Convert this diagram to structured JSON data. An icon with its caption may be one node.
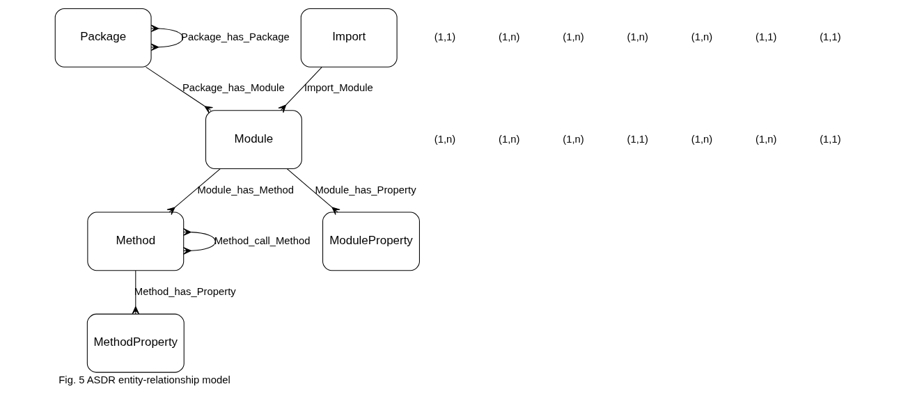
{
  "diagram": {
    "caption": "Fig. 5 ASDR entity-relationship model",
    "nodes": [
      {
        "text": [
          "MethodProperty"
        ]
      },
      {
        "text": [
          "Method"
        ]
      },
      {
        "text": [
          "Package"
        ]
      },
      {
        "text": [
          "Import"
        ]
      },
      {
        "text": [
          "Module"
        ]
      },
      {
        "text": [
          "ModuleProperty"
        ]
      }
    ],
    "edges": [
      {
        "from": 1,
        "to": 0,
        "arrow": "other",
        "label": "Method_has_Property"
      },
      {
        "from": 1,
        "to": 1,
        "arrow": "other",
        "label": "Method_call_Method"
      },
      {
        "from": 4,
        "to": 1,
        "arrow": "other",
        "label": "Module_has_Method"
      },
      {
        "from": 2,
        "to": 4,
        "arrow": "other",
        "label": "Package_has_Module"
      },
      {
        "from": 2,
        "to": 2,
        "arrow": "other",
        "label": "Package_has_Package"
      },
      {
        "from": 3,
        "to": 4,
        "arrow": "other",
        "label": "Import_Module"
      },
      {
        "from": 4,
        "to": 5,
        "arrow": "other",
        "label": "Module_has_Property"
      }
    ],
    "labels": [
      "(1,1)",
      "(1,n)",
      "(1,n)",
      "(1,n)",
      "(1,n)",
      "(1,1)",
      "(1,1)",
      "(1,n)",
      "(1,n)",
      "(1,n)",
      "(1,1)",
      "(1,n)",
      "(1,n)",
      "(1,1)"
    ]
  }
}
